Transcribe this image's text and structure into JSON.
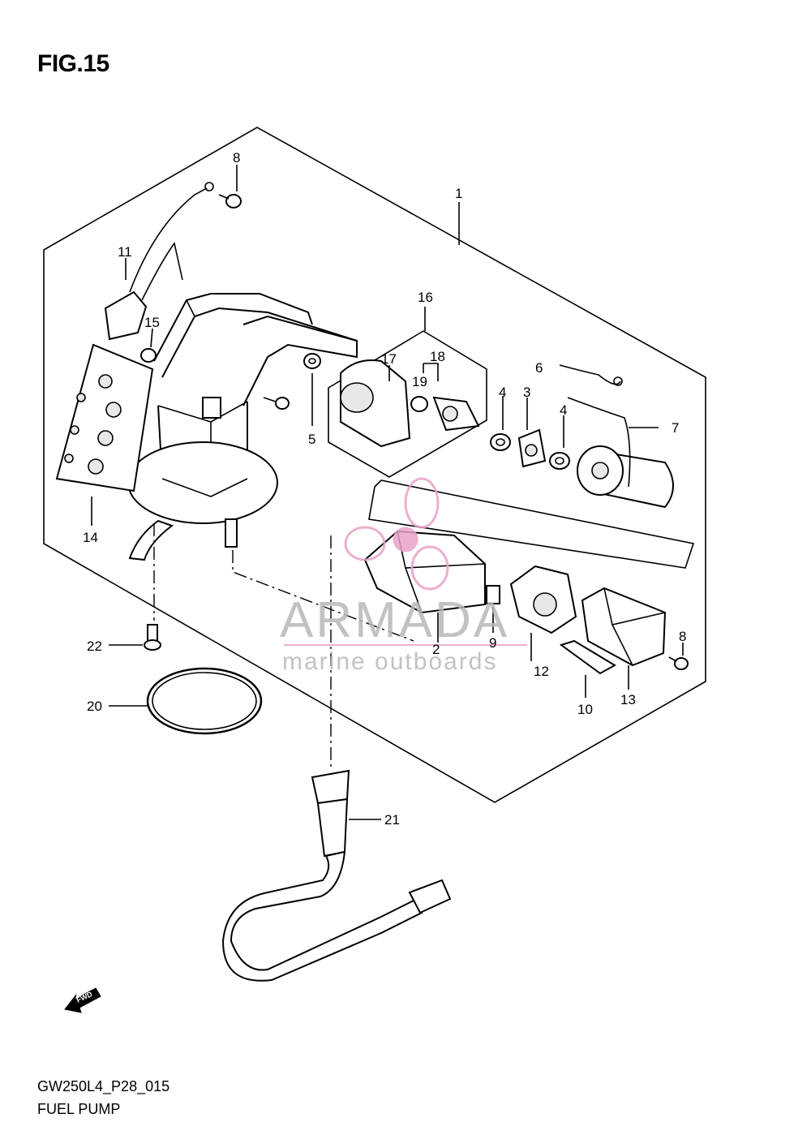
{
  "figure": {
    "title": "FIG.15",
    "code": "GW250L4_P28_015",
    "name": "FUEL PUMP"
  },
  "watermark": {
    "title": "ARMADA",
    "subtitle": "marine outboards",
    "color": "#e8a2c8"
  },
  "fwd_arrow": {
    "label": "FWD"
  },
  "callouts": [
    {
      "id": "c1",
      "num": "1"
    },
    {
      "id": "c2",
      "num": "2"
    },
    {
      "id": "c3",
      "num": "3"
    },
    {
      "id": "c4a",
      "num": "4"
    },
    {
      "id": "c4b",
      "num": "4"
    },
    {
      "id": "c5",
      "num": "5"
    },
    {
      "id": "c6",
      "num": "6"
    },
    {
      "id": "c7",
      "num": "7"
    },
    {
      "id": "c8a",
      "num": "8"
    },
    {
      "id": "c8b",
      "num": "8"
    },
    {
      "id": "c9",
      "num": "9"
    },
    {
      "id": "c10",
      "num": "10"
    },
    {
      "id": "c11",
      "num": "11"
    },
    {
      "id": "c12",
      "num": "12"
    },
    {
      "id": "c13",
      "num": "13"
    },
    {
      "id": "c14",
      "num": "14"
    },
    {
      "id": "c15",
      "num": "15"
    },
    {
      "id": "c16",
      "num": "16"
    },
    {
      "id": "c17",
      "num": "17"
    },
    {
      "id": "c18",
      "num": "18"
    },
    {
      "id": "c19",
      "num": "19"
    },
    {
      "id": "c20",
      "num": "20"
    },
    {
      "id": "c21",
      "num": "21"
    },
    {
      "id": "c22",
      "num": "22"
    }
  ]
}
